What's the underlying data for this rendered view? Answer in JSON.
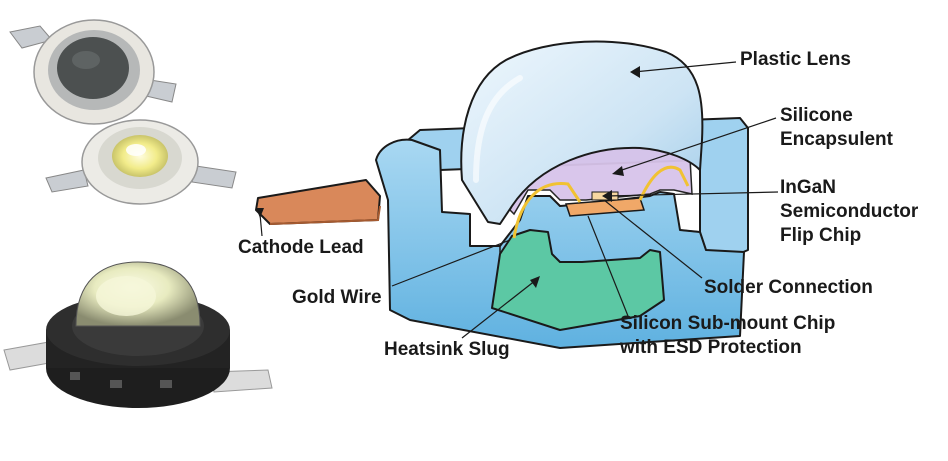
{
  "labels": {
    "plastic_lens": "Plastic Lens",
    "silicone_encapsulent": [
      "Silicone",
      "Encapsulent"
    ],
    "ingan_chip": [
      "InGaN",
      "Semiconductor",
      "Flip Chip"
    ],
    "cathode_lead": "Cathode Lead",
    "solder_connection": "Solder Connection",
    "gold_wire": "Gold Wire",
    "silicon_submount": [
      "Silicon Sub-mount Chip",
      "with ESD Protection"
    ],
    "heatsink_slug": "Heatsink Slug"
  },
  "colors": {
    "lens": "#cfe6f6",
    "housing": "#7dc3ea",
    "housing_dark": "#5aa9d8",
    "encapsulent": "#d8c4ea",
    "heatsink": "#5cc8a4",
    "cathode": "#d9885a",
    "gold_wire": "#f1c232",
    "chip": "#f0a868"
  }
}
